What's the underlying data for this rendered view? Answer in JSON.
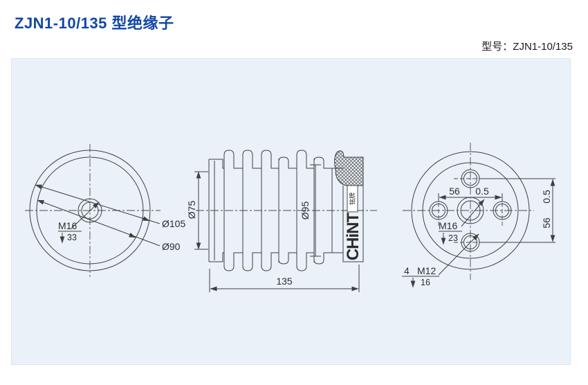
{
  "header": {
    "title": "ZJN1-10/135 型绝缘子",
    "model": "型号：ZJN1-10/135"
  },
  "front_view": {
    "dia_outer": "Ø105",
    "dia_inner": "Ø90",
    "thread": "M16",
    "thread_depth": "33"
  },
  "side_view": {
    "dia_core": "Ø75",
    "dia_shed": "Ø95",
    "length": "135",
    "brand": "CHiNT",
    "nameplate": "铭牌"
  },
  "back_view": {
    "span_h": "56",
    "tol_h": "0.5",
    "span_v": "56",
    "tol_v": "0.5",
    "center_thread": "M16",
    "center_depth": "23",
    "hole_count": "4",
    "hole_thread": "M12",
    "hole_depth": "16"
  },
  "colors": {
    "title_blue": "#1247a5",
    "line": "#3f3f3f",
    "panel_bg": "#eaf1f9",
    "panel_border": "#dbe6f0"
  }
}
